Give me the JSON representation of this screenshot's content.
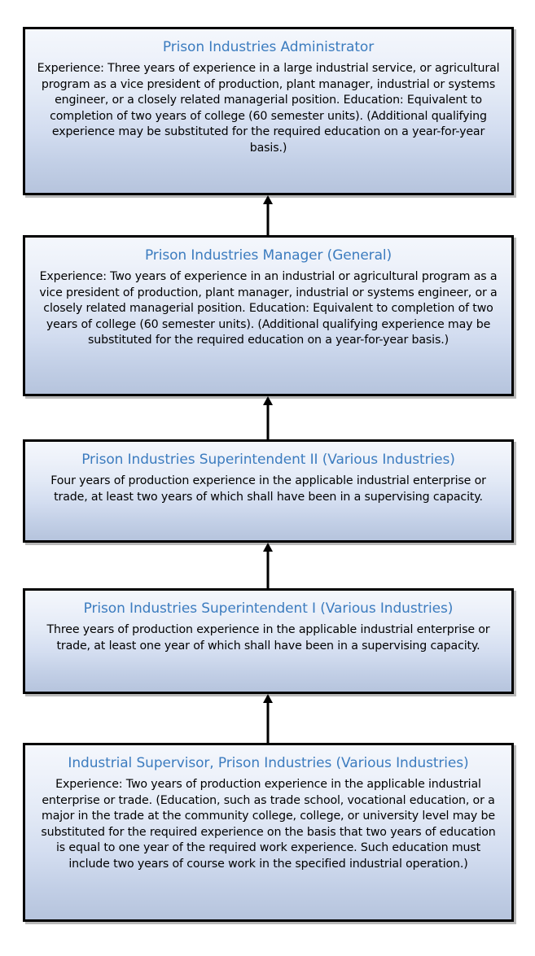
{
  "diagram": {
    "type": "vertical-career-ladder-flowchart",
    "direction": "bottom-to-top",
    "accent_title_color": "#3C7CBF",
    "body_text_color": "#000000",
    "box_border_color": "#000000",
    "box_gradient_top": "#F4F7FC",
    "box_gradient_bottom": "#B6C4DD",
    "nodes": [
      {
        "title": "Prison Industries Administrator",
        "body": "Experience: Three years of experience in a large industrial service, or agricultural program as a vice president of production, plant manager, industrial or systems engineer, or a closely related managerial position. Education: Equivalent to completion of two years of college (60 semester units). (Additional qualifying experience may be substituted for the required education on a year-for-year basis.)"
      },
      {
        "title": "Prison Industries Manager (General)",
        "body": "Experience: Two years of experience in an industrial or agricultural program as a vice president of production, plant manager, industrial or systems engineer, or a closely related managerial position. Education: Equivalent to completion of two years of college (60 semester units). (Additional qualifying experience may be substituted for the required education on a year-for-year basis.)"
      },
      {
        "title": "Prison Industries Superintendent II (Various Industries)",
        "body": "Four years of production experience in the applicable industrial enterprise or trade, at least two years of which shall have been in a supervising capacity."
      },
      {
        "title": "Prison Industries Superintendent I (Various Industries)",
        "body": "Three years of production experience in the applicable industrial enterprise or trade, at least one year of which shall have been in a supervising capacity."
      },
      {
        "title": "Industrial Supervisor, Prison Industries (Various Industries)",
        "body": "Experience: Two years of production experience in the applicable industrial enterprise or trade. (Education, such as trade school, vocational education, or a major in the trade at the community college, college, or university level may be substituted for the required experience on the basis that two years of education is equal to one year of the required work experience. Such education must include two years of course work in the specified industrial operation.)"
      }
    ],
    "connectors": [
      {
        "name": "arrow-from-manager-to-administrator",
        "from": 1,
        "to": 0,
        "icon": "arrow-up-icon"
      },
      {
        "name": "arrow-from-superintendent-ii-to-manager",
        "from": 2,
        "to": 1,
        "icon": "arrow-up-icon"
      },
      {
        "name": "arrow-from-superintendent-i-to-superintendent-ii",
        "from": 3,
        "to": 2,
        "icon": "arrow-up-icon"
      },
      {
        "name": "arrow-from-industrial-supervisor-to-superintendent-i",
        "from": 4,
        "to": 3,
        "icon": "arrow-up-icon"
      }
    ]
  }
}
